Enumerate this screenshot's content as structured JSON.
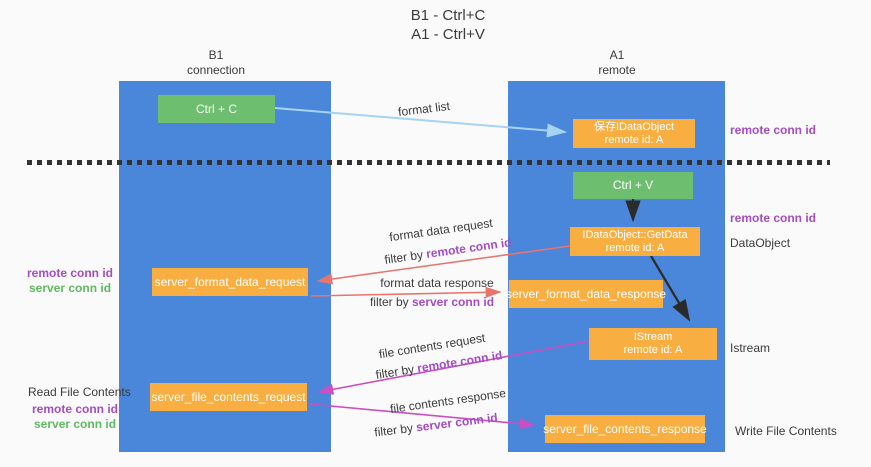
{
  "title": {
    "line1": "B1 - Ctrl+C",
    "line2": "A1 - Ctrl+V"
  },
  "columns": {
    "left": {
      "header_line1": "B1",
      "header_line2": "connection"
    },
    "right": {
      "header_line1": "A1",
      "header_line2": "remote"
    }
  },
  "boxes": {
    "ctrl_c": "Ctrl + C",
    "ctrl_v": "Ctrl + V",
    "save_idataobject": {
      "line1": "保存IDataObject",
      "line2": "remote id: A"
    },
    "getdata": {
      "line1": "IDataObject::GetData",
      "line2": "remote id: A"
    },
    "istream": {
      "line1": "IStream",
      "line2": "remote id: A"
    },
    "server_format_data_request": "server_format_data_request",
    "server_format_data_response": "server_format_data_response",
    "server_file_contents_request": "server_file_contents_request",
    "server_file_contents_response": "server_file_contents_response"
  },
  "arrow_labels": {
    "format_list": "format list",
    "format_data_request": "format data request",
    "format_data_response": "format data response",
    "file_contents_request": "file contents request",
    "file_contents_response": "file contents response",
    "filter_by": "filter by ",
    "remote_conn_id": "remote conn id",
    "server_conn_id": "server conn id"
  },
  "margin_labels": {
    "left_remote_conn_id": "remote conn id",
    "left_server_conn_id": "server conn id",
    "read_file_contents": "Read File Contents",
    "read_remote_conn_id": "remote conn id",
    "read_server_conn_id": "server conn id",
    "right_remote_conn_id_top": "remote conn id",
    "right_remote_conn_id_mid": "remote conn id",
    "dataobject": "DataObject",
    "istream": "Istream",
    "write_file_contents": "Write File Contents"
  },
  "colors": {
    "column_blue": "#4a86d9",
    "box_green": "#6dbf6f",
    "box_orange": "#f9ae41",
    "arrow_lightblue": "#a6d3f2",
    "arrow_salmon": "#e8756d",
    "arrow_magenta": "#c94fc3",
    "arrow_black": "#2b2b2b",
    "text_purple": "#a54cc5",
    "text_green": "#5fba61",
    "text_dark": "#3b3b3b"
  }
}
